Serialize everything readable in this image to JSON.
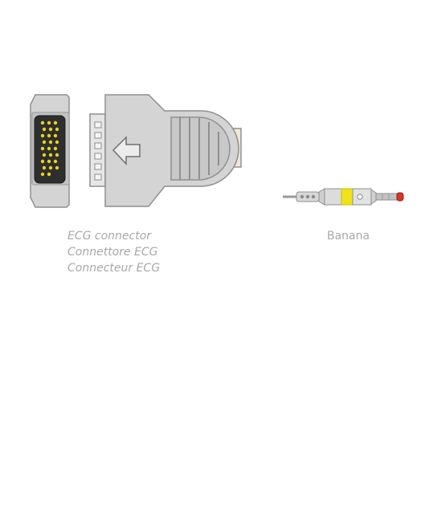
{
  "ecg_connector": {
    "captions": [
      "ECG connector",
      "Connettore ECG",
      "Connecteur ECG"
    ],
    "icons": {
      "plug": "ecg-plug-icon",
      "housing": "ecg-housing-icon",
      "arrow": "arrow-left-icon",
      "grip": "grip-ridges-icon",
      "cable": "cable-icon"
    }
  },
  "banana": {
    "caption": "Banana",
    "icons": {
      "plug": "banana-plug-icon"
    },
    "colors": {
      "band": "#f0e21a",
      "tip": "#d8322a"
    }
  },
  "colors": {
    "body": "#d4d4d4",
    "outline": "#8f8f8f",
    "pin": "#e8d31c",
    "plug_face": "#2e2e2e",
    "cable": "#efe8d6",
    "caption": "#a8a8a8"
  }
}
